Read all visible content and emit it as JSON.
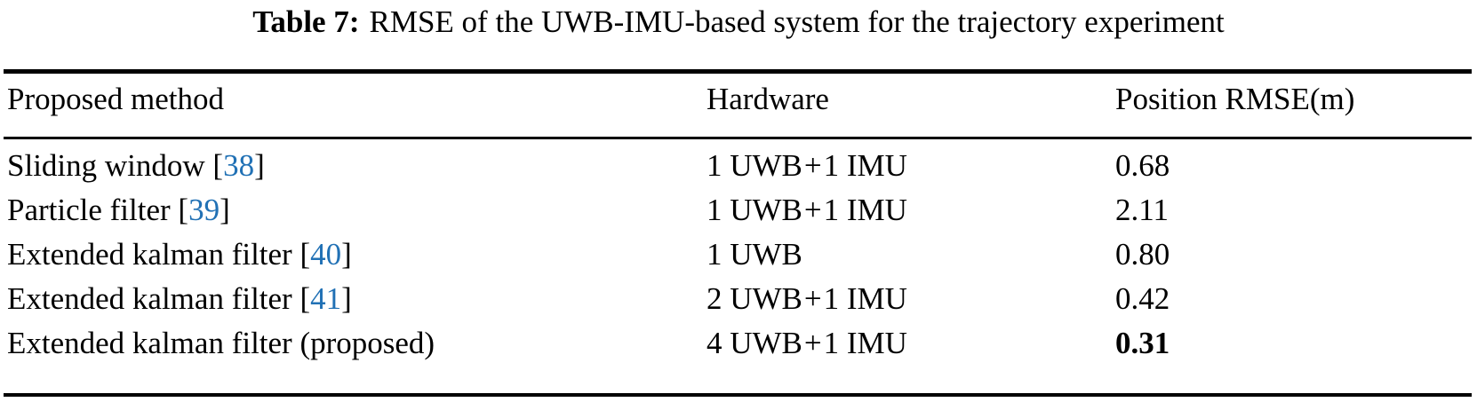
{
  "caption": {
    "label": "Table 7:",
    "text": "RMSE of the UWB-IMU-based system for the trajectory experiment"
  },
  "colors": {
    "citation_blue": "#2171b5",
    "text_black": "#000000",
    "background": "#ffffff",
    "rule_black": "#000000"
  },
  "table": {
    "headers": {
      "method": "Proposed method",
      "hardware": "Hardware",
      "rmse": "Position RMSE(m)"
    },
    "rows": [
      {
        "method_text": "Sliding window",
        "citation": "38",
        "citation_open": "[",
        "citation_close": "]",
        "method_full": "Sliding window [38]",
        "hardware": "1 UWB + 1 IMU",
        "hardware_count_a": "1",
        "hardware_unit_a": "UWB",
        "hardware_plus": "+",
        "hardware_count_b": "1",
        "hardware_unit_b": "IMU",
        "rmse": "0.68",
        "rmse_bold": false
      },
      {
        "method_text": "Particle filter",
        "citation": "39",
        "citation_open": "[",
        "citation_close": "]",
        "method_full": "Particle filter [39]",
        "hardware": "1 UWB + 1 IMU",
        "hardware_count_a": "1",
        "hardware_unit_a": "UWB",
        "hardware_plus": "+",
        "hardware_count_b": "1",
        "hardware_unit_b": "IMU",
        "rmse": "2.11",
        "rmse_bold": false
      },
      {
        "method_text": "Extended kalman filter",
        "citation": "40",
        "citation_open": "[",
        "citation_close": "]",
        "method_full": "Extended kalman filter [40]",
        "hardware": "1 UWB",
        "hardware_count_a": "1",
        "hardware_unit_a": "UWB",
        "hardware_plus": "",
        "hardware_count_b": "",
        "hardware_unit_b": "",
        "rmse": "0.80",
        "rmse_bold": false
      },
      {
        "method_text": "Extended kalman filter",
        "citation": "41",
        "citation_open": "[",
        "citation_close": "]",
        "method_full": "Extended kalman filter [41]",
        "hardware": "2 UWB + 1 IMU",
        "hardware_count_a": "2",
        "hardware_unit_a": "UWB",
        "hardware_plus": "+",
        "hardware_count_b": "1",
        "hardware_unit_b": "IMU",
        "rmse": "0.42",
        "rmse_bold": false
      },
      {
        "method_text": "Extended kalman filter (proposed)",
        "citation": "",
        "citation_open": "",
        "citation_close": "",
        "method_full": "Extended kalman filter (proposed)",
        "hardware": "4 UWB + 1 IMU",
        "hardware_count_a": "4",
        "hardware_unit_a": "UWB",
        "hardware_plus": "+",
        "hardware_count_b": "1",
        "hardware_unit_b": "IMU",
        "rmse": "0.31",
        "rmse_bold": true
      }
    ]
  }
}
